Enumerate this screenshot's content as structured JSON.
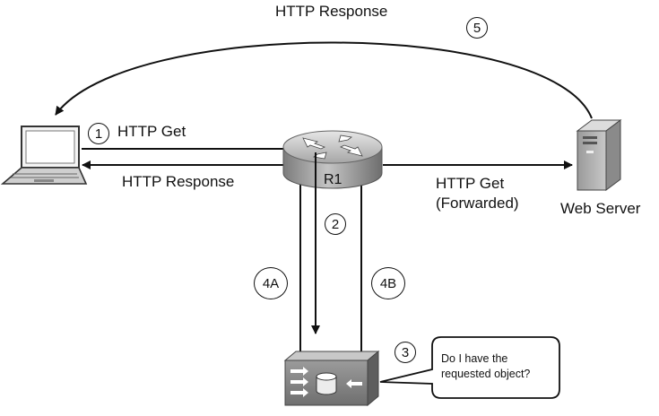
{
  "labels": {
    "top_response": "HTTP Response",
    "get": "HTTP Get",
    "response": "HTTP Response",
    "router": "R1",
    "forwarded_get_line1": "HTTP Get",
    "forwarded_get_line2": "(Forwarded)",
    "web_server": "Web Server"
  },
  "steps": {
    "s1": "1",
    "s2": "2",
    "s3": "3",
    "s4a": "4A",
    "s4b": "4B",
    "s5": "5"
  },
  "bubble": {
    "line1": "Do I have the",
    "line2": "requested object?"
  }
}
